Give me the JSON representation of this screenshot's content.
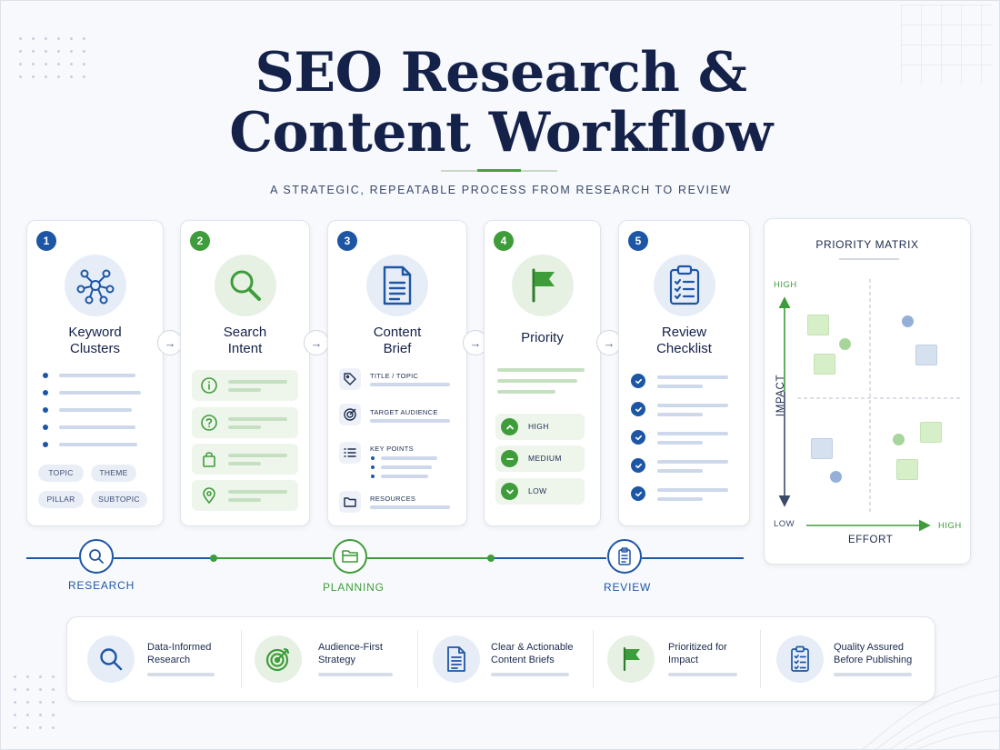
{
  "header": {
    "title": "SEO Research &\nContent Workflow",
    "subtitle": "A STRATEGIC, REPEATABLE PROCESS FROM RESEARCH TO REVIEW"
  },
  "steps": [
    {
      "number": "1",
      "title": "Keyword\nClusters",
      "icon": "network-icon",
      "tags": [
        "TOPIC",
        "THEME",
        "PILLAR",
        "SUBTOPIC"
      ]
    },
    {
      "number": "2",
      "title": "Search\nIntent",
      "icon": "magnifier-icon",
      "intents": [
        "info-icon",
        "question-icon",
        "shopping-bag-icon",
        "location-pin-icon"
      ]
    },
    {
      "number": "3",
      "title": "Content\nBrief",
      "icon": "document-icon",
      "fields": [
        "TITLE / TOPIC",
        "TARGET AUDIENCE",
        "KEY POINTS",
        "RESOURCES"
      ]
    },
    {
      "number": "4",
      "title": "Priority",
      "icon": "flag-icon",
      "levels": [
        "HIGH",
        "MEDIUM",
        "LOW"
      ]
    },
    {
      "number": "5",
      "title": "Review\nChecklist",
      "icon": "clipboard-icon"
    }
  ],
  "matrix": {
    "title": "PRIORITY MATRIX",
    "y_high": "HIGH",
    "y_axis": "IMPACT",
    "x_low": "LOW",
    "x_high": "HIGH",
    "x_axis": "EFFORT"
  },
  "timeline": {
    "phases": [
      "RESEARCH",
      "PLANNING",
      "REVIEW"
    ]
  },
  "benefits": [
    {
      "text": "Data-Informed\nResearch",
      "icon": "magnifier-icon"
    },
    {
      "text": "Audience-First\nStrategy",
      "icon": "target-icon"
    },
    {
      "text": "Clear & Actionable\nContent Briefs",
      "icon": "document-icon"
    },
    {
      "text": "Prioritized for\nImpact",
      "icon": "flag-icon"
    },
    {
      "text": "Quality Assured\nBefore Publishing",
      "icon": "clipboard-icon"
    }
  ],
  "colors": {
    "navy": "#14224a",
    "blue": "#1d56a5",
    "green": "#3e9c3a"
  }
}
